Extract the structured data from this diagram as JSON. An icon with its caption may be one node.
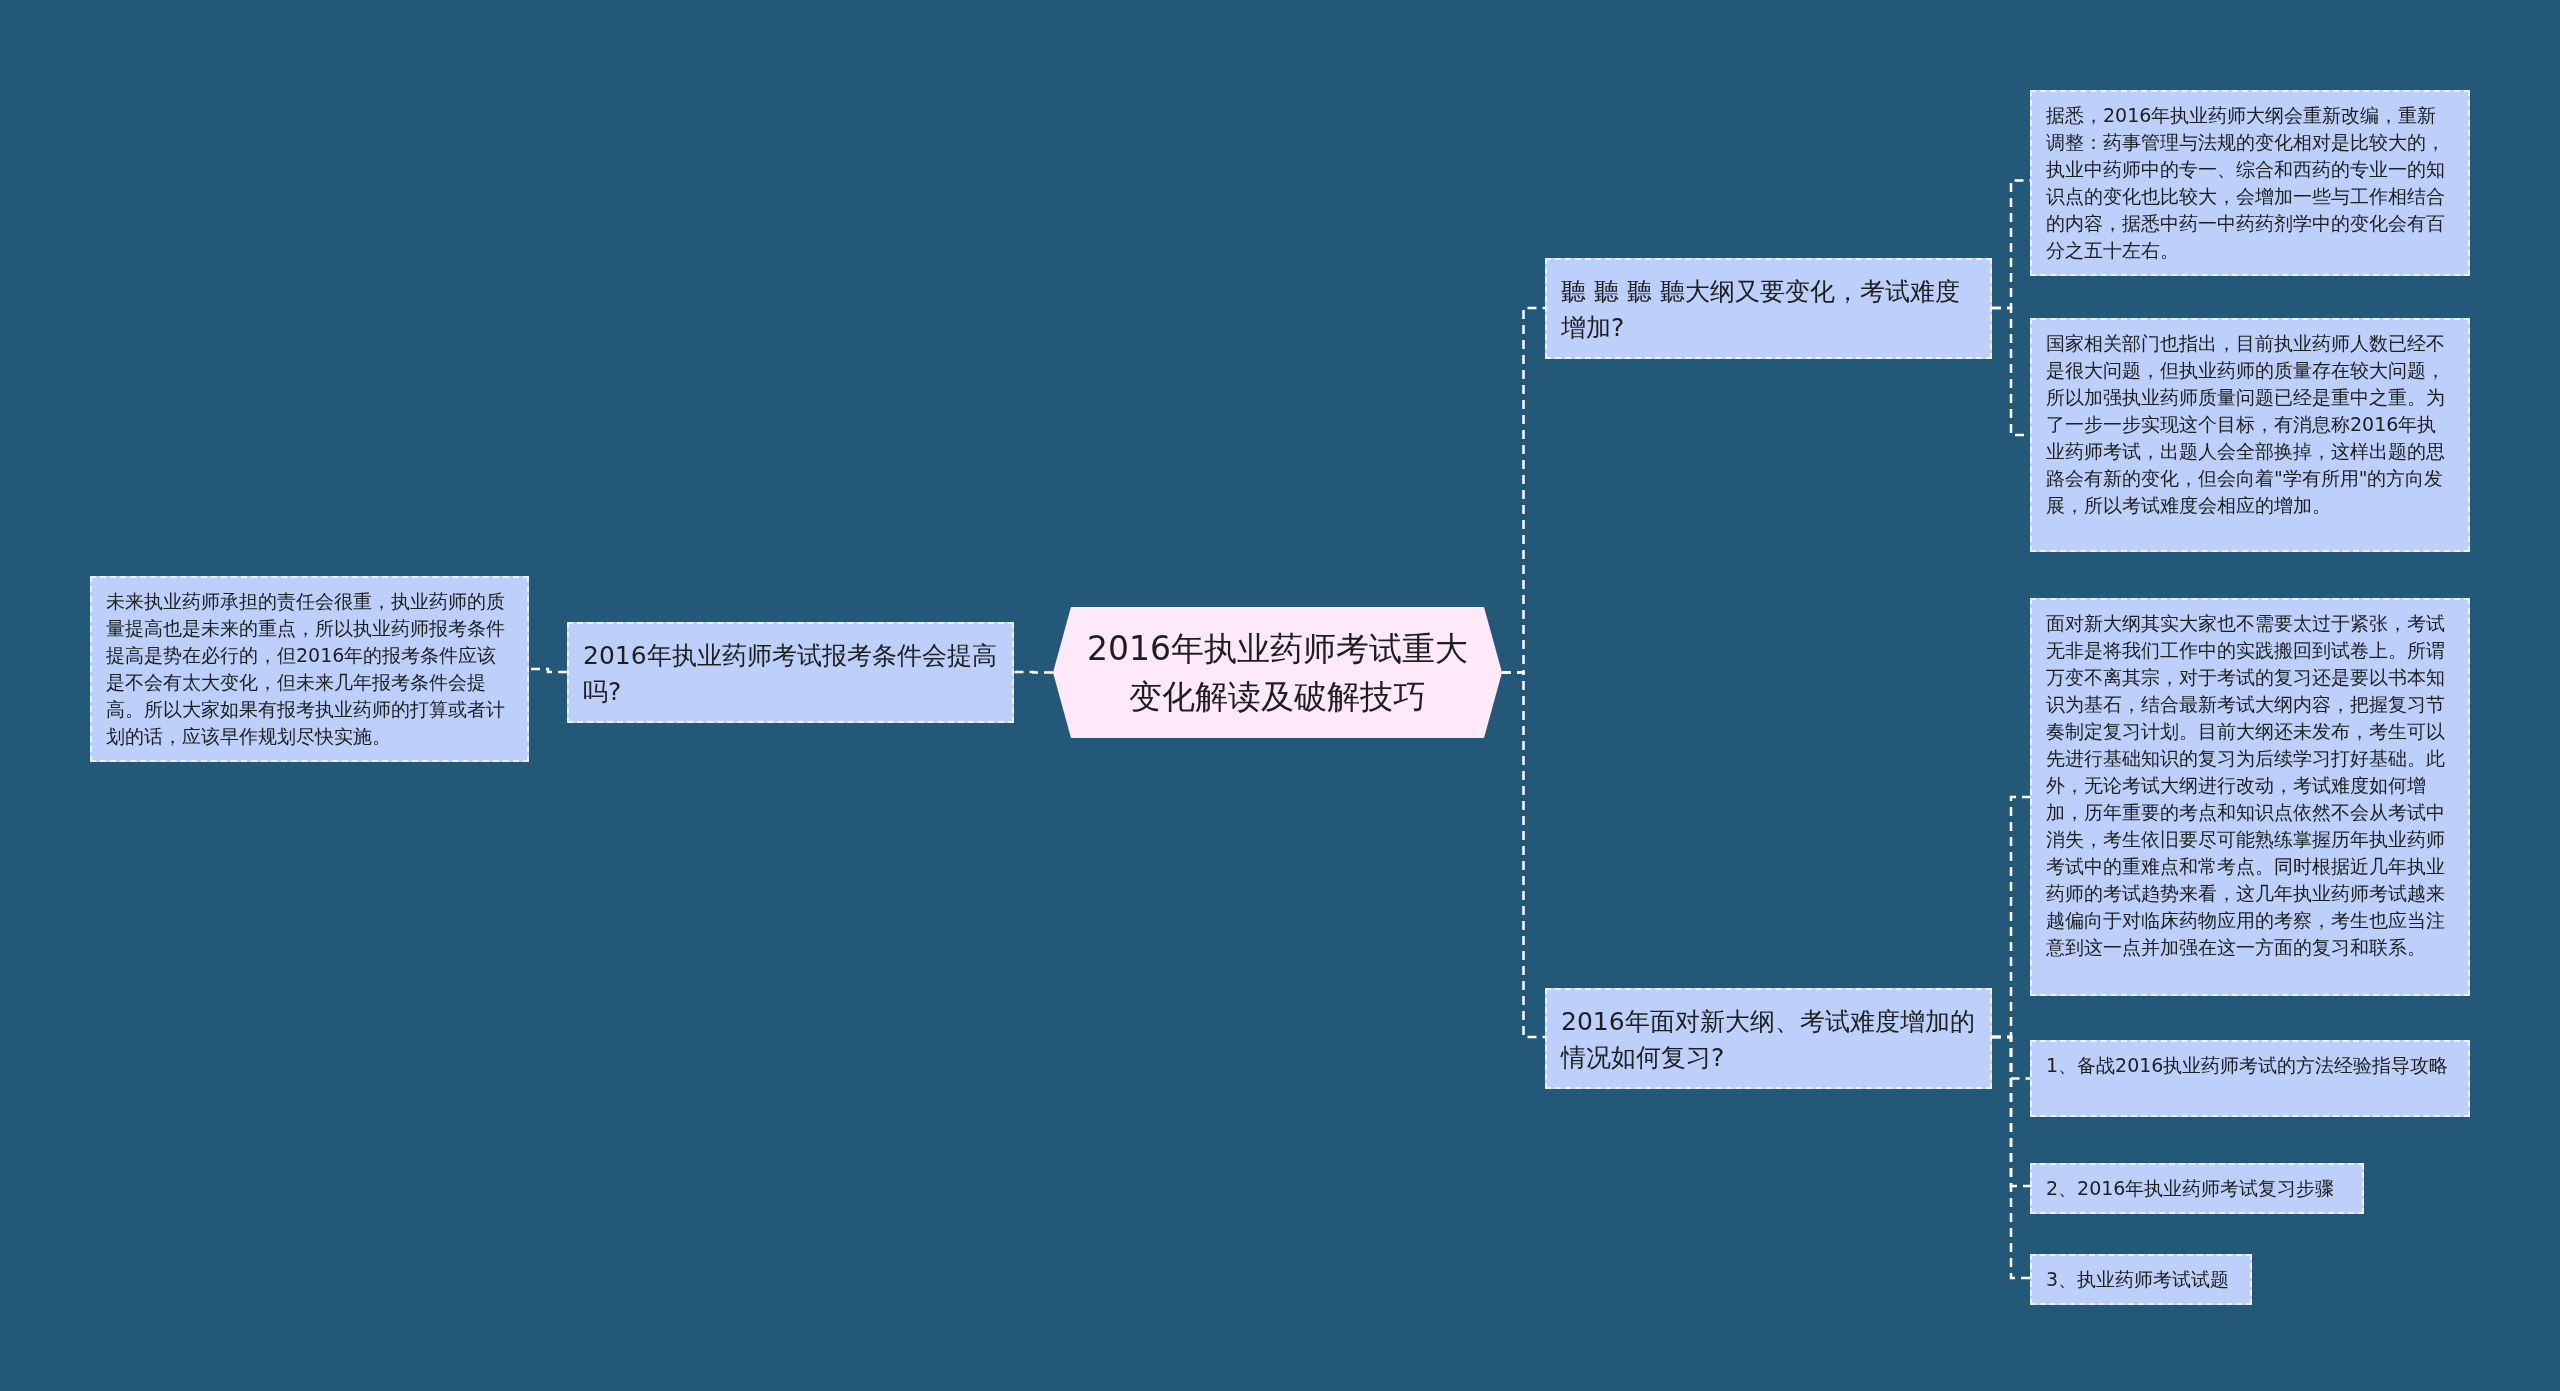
{
  "diagram": {
    "nodes": [
      {
        "text": [
          "2016年执业药师考试重大变化解读及破解技巧"
        ]
      },
      {
        "text": [
          "2016年执业药师考试报考条件会提高吗?"
        ]
      },
      {
        "text": [
          "未来执业药师承担的责任会很重，执业药师的质量提高也是未来的重点，所以执业药师报考条件提高是势在必行的，但2016年的报考条件应该是不会有太大变化，但未来几年报考条件会提高。所以大家如果有报考执业药师的打算或者计划的话，应该早作规划尽快实施。"
        ]
      },
      {
        "text": [
          "聽 聽 聽 聽大纲又要变化，考试难度增加?"
        ]
      },
      {
        "text": [
          "据悉，2016年执业药师大纲会重新改编，重新调整：药事管理与法规的变化相对是比较大的，执业中药师中的专一、综合和西药的专业一的知识点的变化也比较大，会增加一些与工作相结合的内容，据悉中药一中药药剂学中的变化会有百分之五十左右。"
        ]
      },
      {
        "text": [
          "国家相关部门也指出，目前执业药师人数已经不是很大问题，但执业药师的质量存在较大问题，所以加强执业药师质量问题已经是重中之重。为了一步一步实现这个目标，有消息称2016年执业药师考试，出题人会全部换掉，这样出题的思路会有新的变化，但会向着\"学有所用\"的方向发展，所以考试难度会相应的增加。"
        ]
      },
      {
        "text": [
          "2016年面对新大纲、考试难度增加的情况如何复习?"
        ]
      },
      {
        "text": [
          "面对新大纲其实大家也不需要太过于紧张，考试无非是将我们工作中的实践搬回到试卷上。所谓万变不离其宗，对于考试的复习还是要以书本知识为基石，结合最新考试大纲内容，把握复习节奏制定复习计划。目前大纲还未发布，考生可以先进行基础知识的复习为后续学习打好基础。此外，无论考试大纲进行改动，考试难度如何增加，历年重要的考点和知识点依然不会从考试中消失，考生依旧要尽可能熟练掌握历年执业药师考试中的重难点和常考点。同时根据近几年执业药师的考试趋势来看，这几年执业药师考试越来越偏向于对临床药物应用的考察，考生也应当注意到这一点并加强在这一方面的复习和联系。"
        ]
      },
      {
        "text": [
          "1、备战2016执业药师考试的方法经验指导攻略"
        ]
      },
      {
        "text": [
          "2、2016年执业药师考试复习步骤"
        ]
      },
      {
        "text": [
          "3、执业药师考试试题"
        ]
      }
    ],
    "edges": [
      {
        "from": 0,
        "to": 1,
        "arrow": "none",
        "style": "dashed"
      },
      {
        "from": 1,
        "to": 2,
        "arrow": "none",
        "style": "dashed"
      },
      {
        "from": 0,
        "to": 3,
        "arrow": "none",
        "style": "dashed"
      },
      {
        "from": 3,
        "to": 4,
        "arrow": "none",
        "style": "dashed"
      },
      {
        "from": 3,
        "to": 5,
        "arrow": "none",
        "style": "dashed"
      },
      {
        "from": 0,
        "to": 6,
        "arrow": "none",
        "style": "dashed"
      },
      {
        "from": 6,
        "to": 7,
        "arrow": "none",
        "style": "dashed"
      },
      {
        "from": 6,
        "to": 8,
        "arrow": "none",
        "style": "dashed"
      },
      {
        "from": 6,
        "to": 9,
        "arrow": "none",
        "style": "dashed"
      },
      {
        "from": 6,
        "to": 10,
        "arrow": "none",
        "style": "dashed"
      }
    ]
  }
}
